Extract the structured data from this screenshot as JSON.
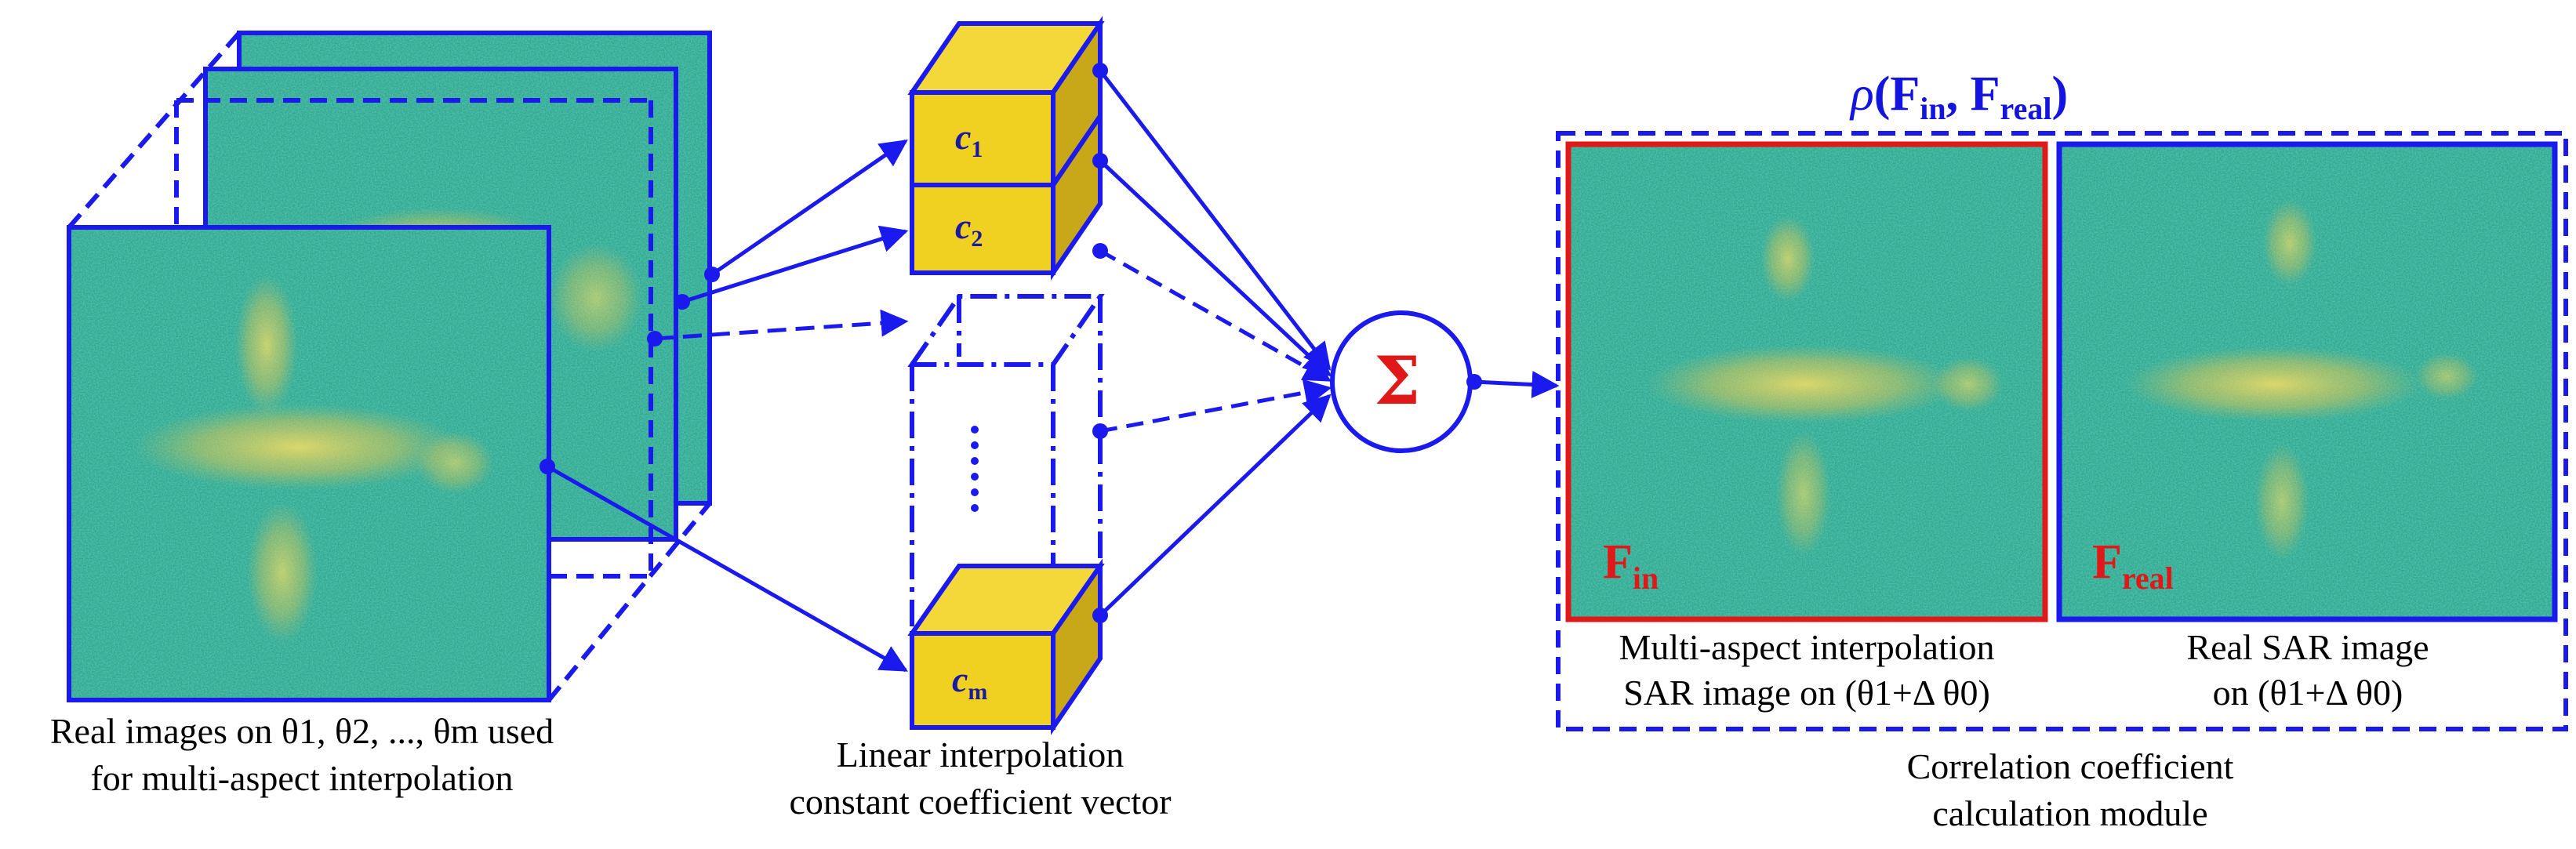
{
  "left_caption_line1": "Real images on θ1, θ2, ..., θm used",
  "left_caption_line2": "for multi-aspect interpolation",
  "mid_caption_line1": "Linear interpolation",
  "mid_caption_line2": "constant coefficient vector",
  "coefficients": [
    {
      "symbol": "c",
      "subscript": "1"
    },
    {
      "symbol": "c",
      "subscript": "2"
    },
    {
      "symbol": "c",
      "subscript": "m"
    }
  ],
  "vertical_ellipsis": "⋮",
  "sum_symbol": "Σ",
  "rho_title": {
    "func": "ρ",
    "arg1_main": "F",
    "arg1_sub": "in",
    "arg2_main": "F",
    "arg2_sub": "real"
  },
  "image_in_label": {
    "main": "F",
    "sub": "in"
  },
  "image_real_label": {
    "main": "F",
    "sub": "real"
  },
  "image_in_caption_line1": "Multi-aspect interpolation",
  "image_in_caption_line2": "SAR image on (θ1+Δ θ0)",
  "image_real_caption_line1": "Real SAR image",
  "image_real_caption_line2": "on (θ1+Δ θ0)",
  "module_caption_line1": "Correlation coefficient",
  "module_caption_line2": "calculation module",
  "colors": {
    "frame_blue": "#1a1aee",
    "box_red": "#e01818",
    "cube_face": "#f0d020",
    "cube_side": "#c8a818",
    "sar_bg": "#2aa58a"
  }
}
